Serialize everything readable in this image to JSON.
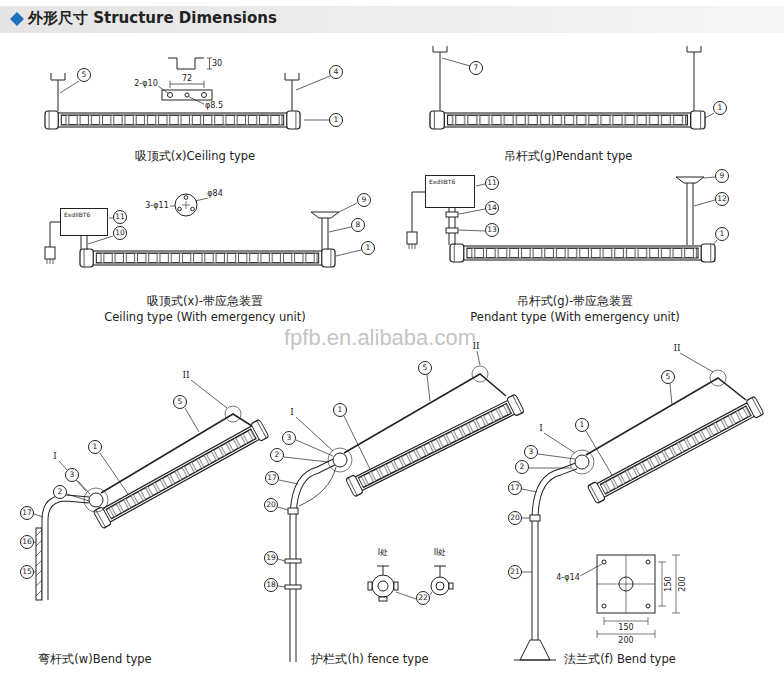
{
  "diagram": {
    "title": "外形尺寸 Structure Dimensions",
    "nodes": [
      {
        "text": [
          "ExdIIBT6"
        ]
      },
      {
        "text": [
          "ExdIIBT6"
        ]
      }
    ],
    "labels": [
      "5",
      "4",
      "1",
      "2-φ10",
      "72",
      "φ8.5",
      "30",
      "吸顶式(x)Ceiling type",
      "7",
      "1",
      "吊杆式(g)Pendant type",
      "3-φ11",
      "φ84",
      "11",
      "10",
      "9",
      "8",
      "1",
      "吸顶式(x)-带应急装置",
      "Ceiling type (With emergency unit)",
      "11",
      "14",
      "13",
      "9",
      "12",
      "1",
      "吊杆式(g)-带应急装置",
      "Pendant type (With emergency unit)",
      "fpfb.en.alibaba.com",
      "II",
      "5",
      "1",
      "I",
      "3",
      "2",
      "17",
      "16",
      "15",
      "弯杆式(w)Bend type",
      "I",
      "3",
      "1",
      "5",
      "II",
      "2",
      "17",
      "20",
      "19",
      "18",
      "I处",
      "II处",
      "22",
      "护栏式(h) fence type",
      "I",
      "3",
      "1",
      "5",
      "II",
      "2",
      "17",
      "20",
      "21",
      "4-φ14",
      "150",
      "200",
      "150",
      "200",
      "法兰式(f) Bend type"
    ]
  }
}
